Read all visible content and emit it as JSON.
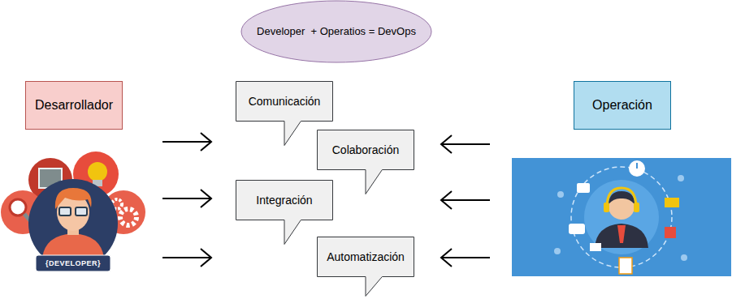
{
  "diagram": {
    "nodes": [
      {
        "text": [
          "Developer  + Operatios = DevOps"
        ]
      },
      {
        "text": [
          "Desarrollador"
        ]
      },
      {
        "text": [
          "Comunicación"
        ]
      },
      {
        "text": [
          "Colaboración"
        ]
      },
      {
        "text": [
          "Integración"
        ]
      },
      {
        "text": [
          "Automatización"
        ]
      },
      {
        "text": [
          "Operación"
        ]
      }
    ],
    "labels": [
      "{DEVELOPER}"
    ]
  }
}
